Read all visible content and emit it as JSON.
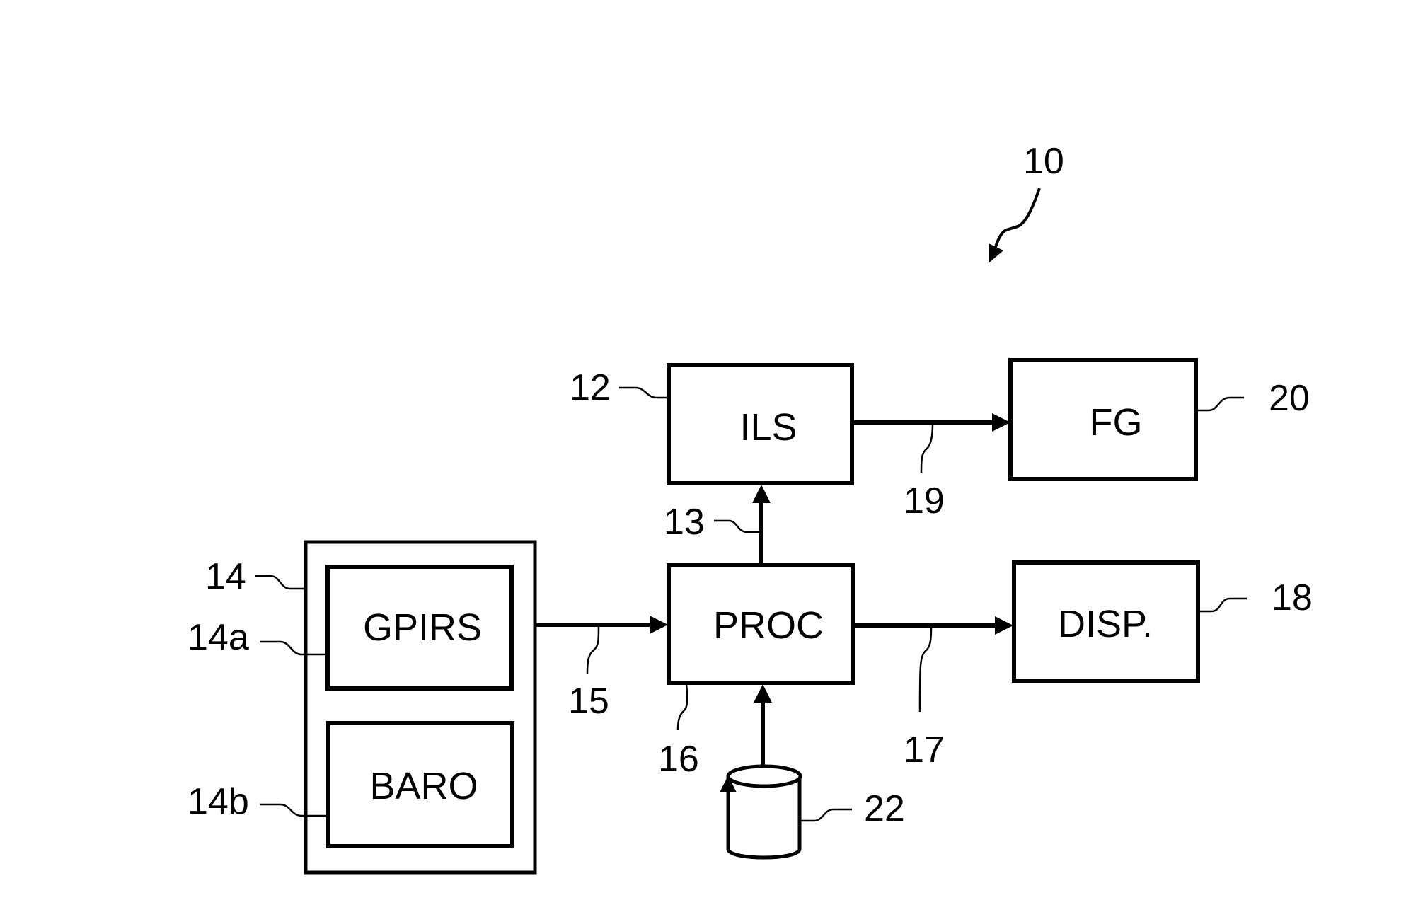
{
  "figure": {
    "reference": "10",
    "blocks": {
      "ils": {
        "label": "ILS",
        "ref": "12"
      },
      "fg": {
        "label": "FG",
        "ref": "20"
      },
      "proc": {
        "label": "PROC",
        "ref": "16"
      },
      "disp": {
        "label": "DISP.",
        "ref": "18"
      },
      "sensor_unit": {
        "ref": "14"
      },
      "gpirs": {
        "label": "GPIRS",
        "ref": "14a"
      },
      "baro": {
        "label": "BARO",
        "ref": "14b"
      },
      "database": {
        "ref": "22"
      }
    },
    "connections": {
      "proc_to_ils": {
        "ref": "13"
      },
      "sensor_to_proc": {
        "ref": "15"
      },
      "proc_to_disp": {
        "ref": "17"
      },
      "ils_to_fg": {
        "ref": "19"
      }
    },
    "colors": {
      "line": "#000000",
      "background": "#ffffff"
    }
  }
}
